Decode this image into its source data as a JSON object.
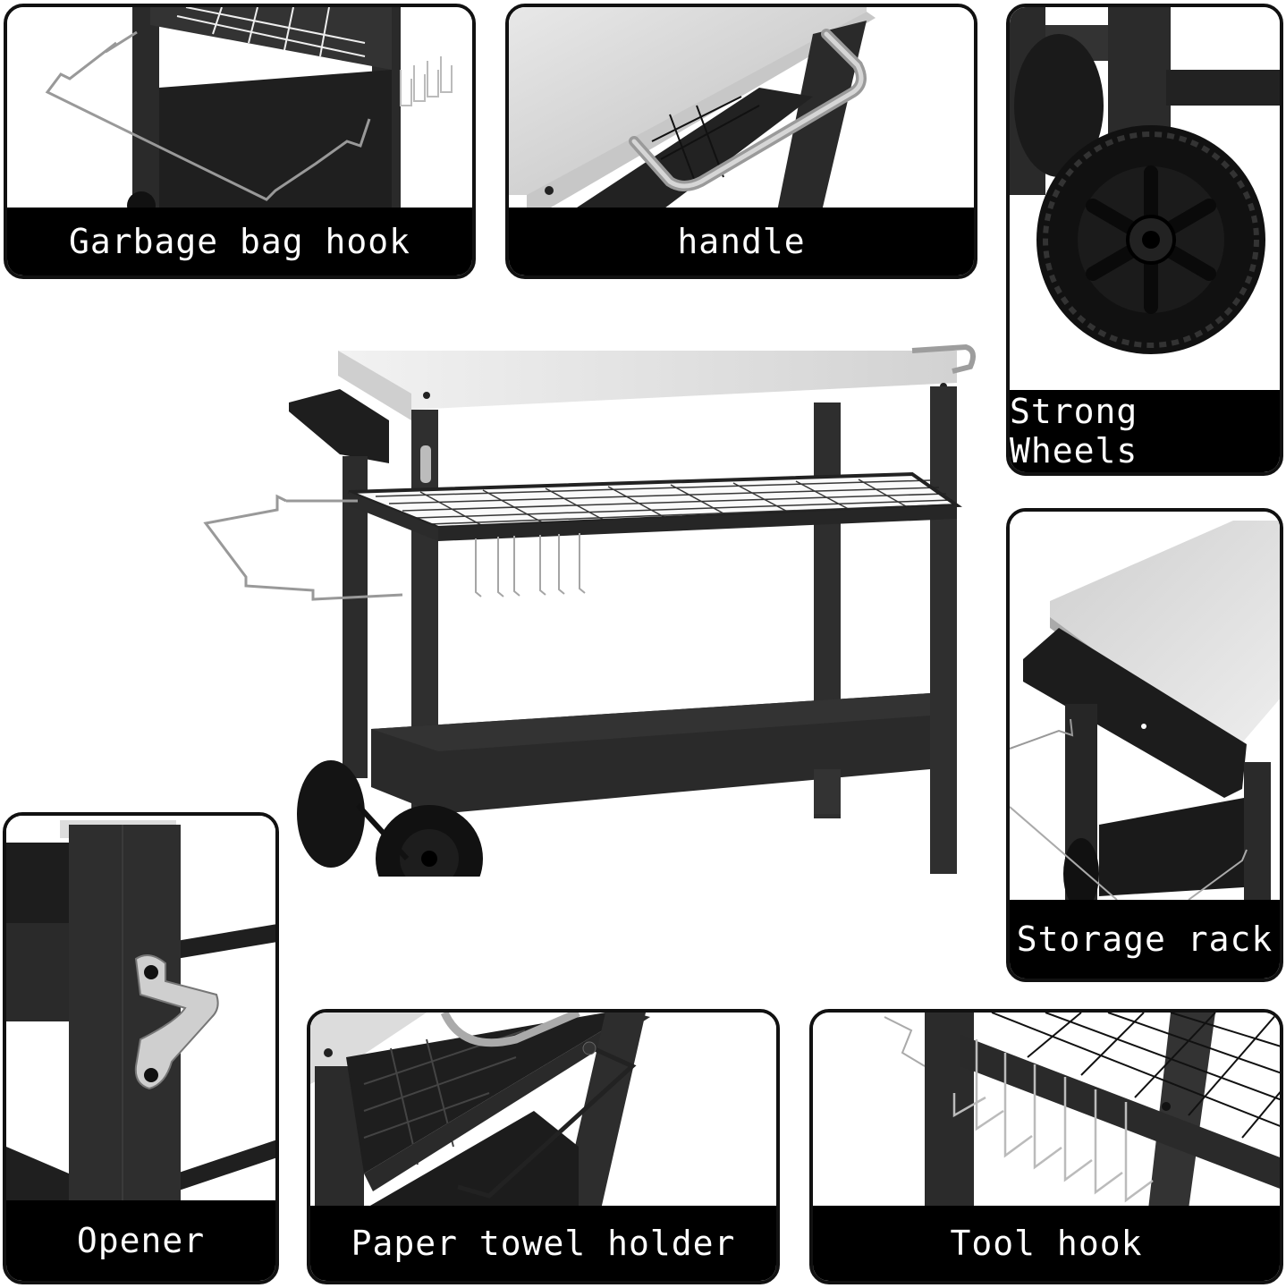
{
  "product": "Outdoor grill / pizza oven prep cart with stainless steel top",
  "callouts": [
    {
      "id": "garbage-bag-hook",
      "label": "Garbage bag hook"
    },
    {
      "id": "handle",
      "label": "handle"
    },
    {
      "id": "strong-wheels",
      "label": "Strong Wheels"
    },
    {
      "id": "storage-rack",
      "label": "Storage rack"
    },
    {
      "id": "opener",
      "label": "Opener"
    },
    {
      "id": "paper-towel-holder",
      "label": "Paper towel holder"
    },
    {
      "id": "tool-hook",
      "label": "Tool hook"
    }
  ],
  "hero": {
    "description": "Three-tier cart: stainless top, wire mesh middle shelf with 6 tool hooks, solid bottom shelf, two wheels, side storage tray, garbage bag hook, bottle opener, side handle",
    "tool_hook_count": 6,
    "wheel_count": 2
  },
  "colors": {
    "frame": "#2b2b2b",
    "caption_bg": "#000000",
    "caption_text": "#ffffff",
    "steel": "#d9d9d9",
    "background": "#ffffff"
  }
}
